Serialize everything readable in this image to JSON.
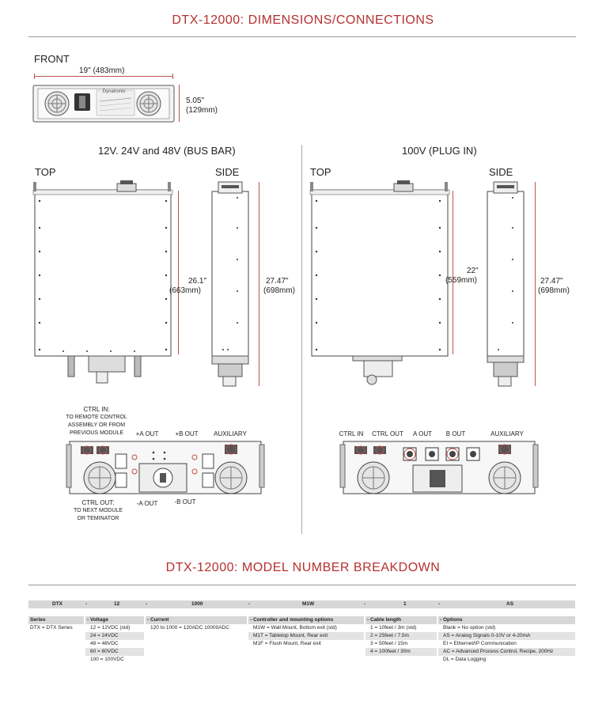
{
  "titles": {
    "dimensions": "DTX-12000: DIMENSIONS/CONNECTIONS",
    "model_breakdown": "DTX-12000: MODEL NUMBER BREAKDOWN"
  },
  "front": {
    "label": "FRONT",
    "width_dim": "19\" (483mm)",
    "height_dim_1": "5.05\"",
    "height_dim_2": "(129mm)",
    "logo_text": "Dynatronix"
  },
  "bus_bar": {
    "heading": "12V. 24V and 48V (BUS BAR)",
    "top_label": "TOP",
    "side_label": "SIDE",
    "top_dim_1": "26.1\"",
    "top_dim_2": "(663mm)",
    "side_dim_1": "27.47\"",
    "side_dim_2": "(698mm)",
    "ctrl_in_1": "CTRL IN:",
    "ctrl_in_2": "TO REMOTE CONTROL",
    "ctrl_in_3": "ASSEMBLY OR FROM",
    "ctrl_in_4": "PREVIOUS MODULE",
    "plus_a": "+A OUT",
    "plus_b": "+B OUT",
    "aux": "AUXILIARY",
    "ctrl_out_1": "CTRL OUT:",
    "ctrl_out_2": "TO NEXT MODULE",
    "ctrl_out_3": "OR TEMINATOR",
    "minus_a": "-A OUT",
    "minus_b": "-B OUT"
  },
  "plug_in": {
    "heading": "100V (PLUG IN)",
    "top_label": "TOP",
    "side_label": "SIDE",
    "top_dim_1": "22\"",
    "top_dim_2": "(559mm)",
    "side_dim_1": "27.47\"",
    "side_dim_2": "(698mm)",
    "ctrl_in": "CTRL IN",
    "ctrl_out": "CTRL OUT",
    "a_out": "A OUT",
    "b_out": "B OUT",
    "aux": "AUXILIARY"
  },
  "model": {
    "header": [
      "DTX",
      "-",
      "12",
      "-",
      "1000",
      "-",
      "M1W",
      "-",
      "1",
      "-",
      "AS"
    ],
    "series": {
      "title": "Series",
      "rows": [
        "DTX = DTX Series"
      ]
    },
    "voltage": {
      "title": "Voltage",
      "rows": [
        "12 = 12VDC (std)",
        "24 = 24VDC",
        "48 = 48VDC",
        "60 = 60VDC",
        "100 = 100VDC"
      ]
    },
    "current": {
      "title": "Current",
      "rows": [
        "120 to 1000 = 120ADC 10000ADC"
      ]
    },
    "controller": {
      "title": "Controller and mounting options",
      "rows": [
        "M1W = Wall Mount, Bottom exit (std)",
        "M1T = Tabletop Mount, Rear exit",
        "M1F = Flush Mount, Rear exit"
      ]
    },
    "cable": {
      "title": "Cable length",
      "rows": [
        "1 = 10feet / 3m (std)",
        "2 = 25feet / 7.5m",
        "3 = 50feet / 15m",
        "4 = 100feet / 30m"
      ]
    },
    "options": {
      "title": "Options",
      "rows": [
        "Blank = No option (std)",
        "AS = Analog Signals 0-10V or 4-20mA",
        "EI = Ethernet/IP Communication",
        "AC = Advanced Process Control, Recipe, 200Hz",
        "DL = Data Logging"
      ]
    }
  },
  "colors": {
    "accent": "#b5302f",
    "dimension_line": "#c0504d",
    "table_shade": "#d7d7d7"
  }
}
